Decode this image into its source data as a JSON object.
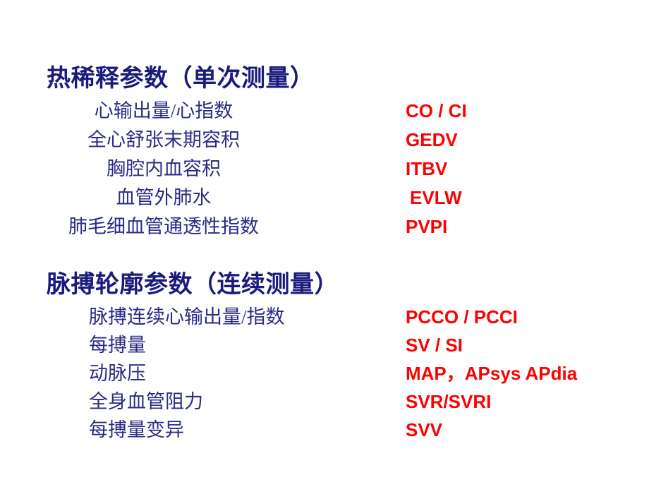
{
  "slide": {
    "background_color": "#ffffff",
    "heading_color": "#1b1b7d",
    "label_color": "#2b2b86",
    "abbr_color": "#ff0000"
  },
  "sections": [
    {
      "id": "thermodilution",
      "heading": "热稀释参数（单次测量）",
      "rows": [
        {
          "label": "心输出量/心指数",
          "abbr": "CO / CI"
        },
        {
          "label": "全心舒张末期容积",
          "abbr": "GEDV"
        },
        {
          "label": "胸腔内血容积",
          "abbr": "ITBV"
        },
        {
          "label": "血管外肺水",
          "abbr": "EVLW"
        },
        {
          "label": "肺毛细血管通透性指数",
          "abbr": "PVPI"
        }
      ]
    },
    {
      "id": "pulse-contour",
      "heading": "脉搏轮廓参数（连续测量）",
      "rows": [
        {
          "label": "脉搏连续心输出量/指数",
          "abbr": "PCCO / PCCI"
        },
        {
          "label": "每搏量",
          "abbr": "SV / SI"
        },
        {
          "label": "动脉压",
          "abbr": "MAP，APsys  APdia"
        },
        {
          "label": "全身血管阻力",
          "abbr": "SVR/SVRI"
        },
        {
          "label": "每搏量变异",
          "abbr": "SVV"
        }
      ]
    }
  ]
}
